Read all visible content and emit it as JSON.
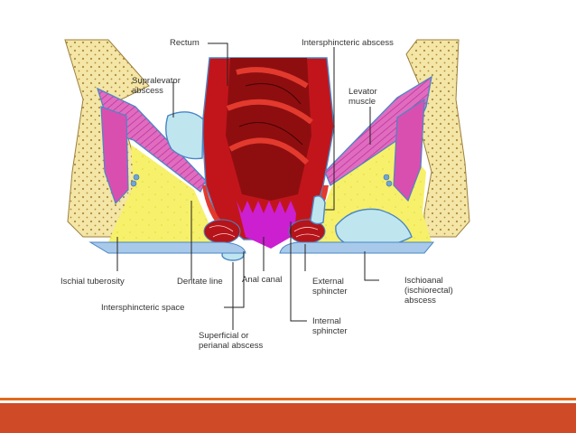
{
  "labels": {
    "rectum": "Rectum",
    "intersphincteric_abscess": "Intersphincteric abscess",
    "supralevator_abscess": [
      "Supralevator",
      "abscess"
    ],
    "levator_muscle": [
      "Levator",
      "muscle"
    ],
    "ischial_tuberosity": "Ischial tuberosity",
    "dentate_line": "Dentate line",
    "anal_canal": "Anal canal",
    "external_sphincter": [
      "External",
      "sphincter"
    ],
    "ischioanal_abscess": [
      "Ischioanal",
      "(ischiorectal)",
      "abscess"
    ],
    "intersphincteric_space": "Intersphincteric space",
    "internal_sphincter": [
      "Internal",
      "sphincter"
    ],
    "superficial_abscess": [
      "Superficial or",
      "perianal abscess"
    ]
  },
  "colors": {
    "bone": "#f3e6a6",
    "bone_dots": "#b08a3a",
    "fat": "#f7f06a",
    "muscle": "#d94fb0",
    "muscle_light": "#f0a0d6",
    "rectum_dark": "#8e0e10",
    "rectum": "#c2151b",
    "rectum_light": "#e33a2e",
    "mucosa": "#cc1fd0",
    "abscess": "#bfe6ef",
    "outline": "#4a86c5",
    "skin": "#a9c9ea",
    "leader": "#222222",
    "footer_line": "#e06a1e",
    "footer_bar": "#cf4a26"
  }
}
